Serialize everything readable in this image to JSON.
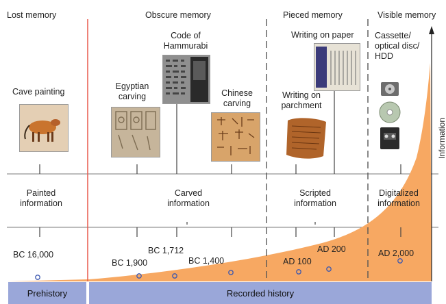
{
  "colors": {
    "curve_fill": "#f7a862",
    "red_line": "#e8584c",
    "dashed_line": "#555555",
    "bar_fill": "#9aa7d9",
    "marker": "#3b57b0"
  },
  "eras": [
    {
      "label": "Lost memory"
    },
    {
      "label": "Obscure memory"
    },
    {
      "label": "Pieced memory"
    },
    {
      "label": "Visible memory"
    }
  ],
  "artifacts": {
    "cave": "Cave painting",
    "egyptian": "Egyptian\ncarving",
    "hammurabi": "Code of\nHammurabi",
    "chinese": "Chinese\ncarving",
    "parchment": "Writing on\nparchment",
    "paper": "Writing on paper",
    "digital": "Cassette/\noptical disc/\nHDD"
  },
  "info_types": {
    "painted": "Painted\ninformation",
    "carved": "Carved\ninformation",
    "scripted": "Scripted\ninformation",
    "digital": "Digitalized\ninformation"
  },
  "dates": {
    "bc16000": "BC 16,000",
    "bc1900": "BC 1,900",
    "bc1712": "BC 1,712",
    "bc1400": "BC 1,400",
    "ad100": "AD 100",
    "ad200": "AD 200",
    "ad2000": "AD 2,000"
  },
  "axis_label": "Information",
  "periods": {
    "prehistory": "Prehistory",
    "recorded": "Recorded history"
  }
}
